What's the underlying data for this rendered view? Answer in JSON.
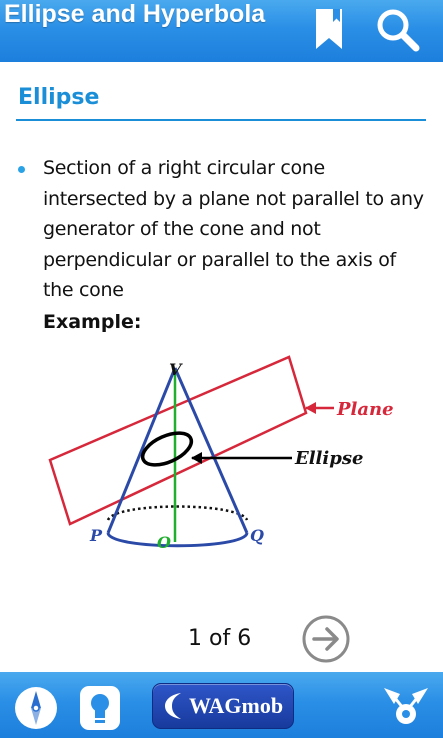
{
  "header": {
    "title": "Ellipse and Hyperbola",
    "bookmark_icon": "bookmark-icon",
    "search_icon": "search-icon"
  },
  "section": {
    "title": "Ellipse"
  },
  "content": {
    "bullet_text": "Section of a right circular cone intersected by a plane not parallel to any generator of the cone and not perpendicular or parallel to the axis of the cone",
    "example_label": "Example:"
  },
  "diagram": {
    "label_v": "V",
    "label_plane": "Plane",
    "label_ellipse": "Ellipse",
    "label_p": "P",
    "label_o": "O",
    "label_q": "Q",
    "colors": {
      "cone": "#2b4aa8",
      "plane": "#d6283a",
      "axis": "#1fae2e",
      "ellipse": "#000000"
    }
  },
  "pagination": {
    "current": "1 of 6",
    "next_icon": "arrow-right-circle-icon"
  },
  "footer": {
    "compass_icon": "compass-icon",
    "bulb_icon": "lightbulb-icon",
    "brand_label": "WAGmob",
    "network_icon": "network-icon"
  },
  "colors": {
    "bar": "#2a8fe6",
    "accent": "#1a8fd8",
    "brand_button": "#2245b5"
  }
}
